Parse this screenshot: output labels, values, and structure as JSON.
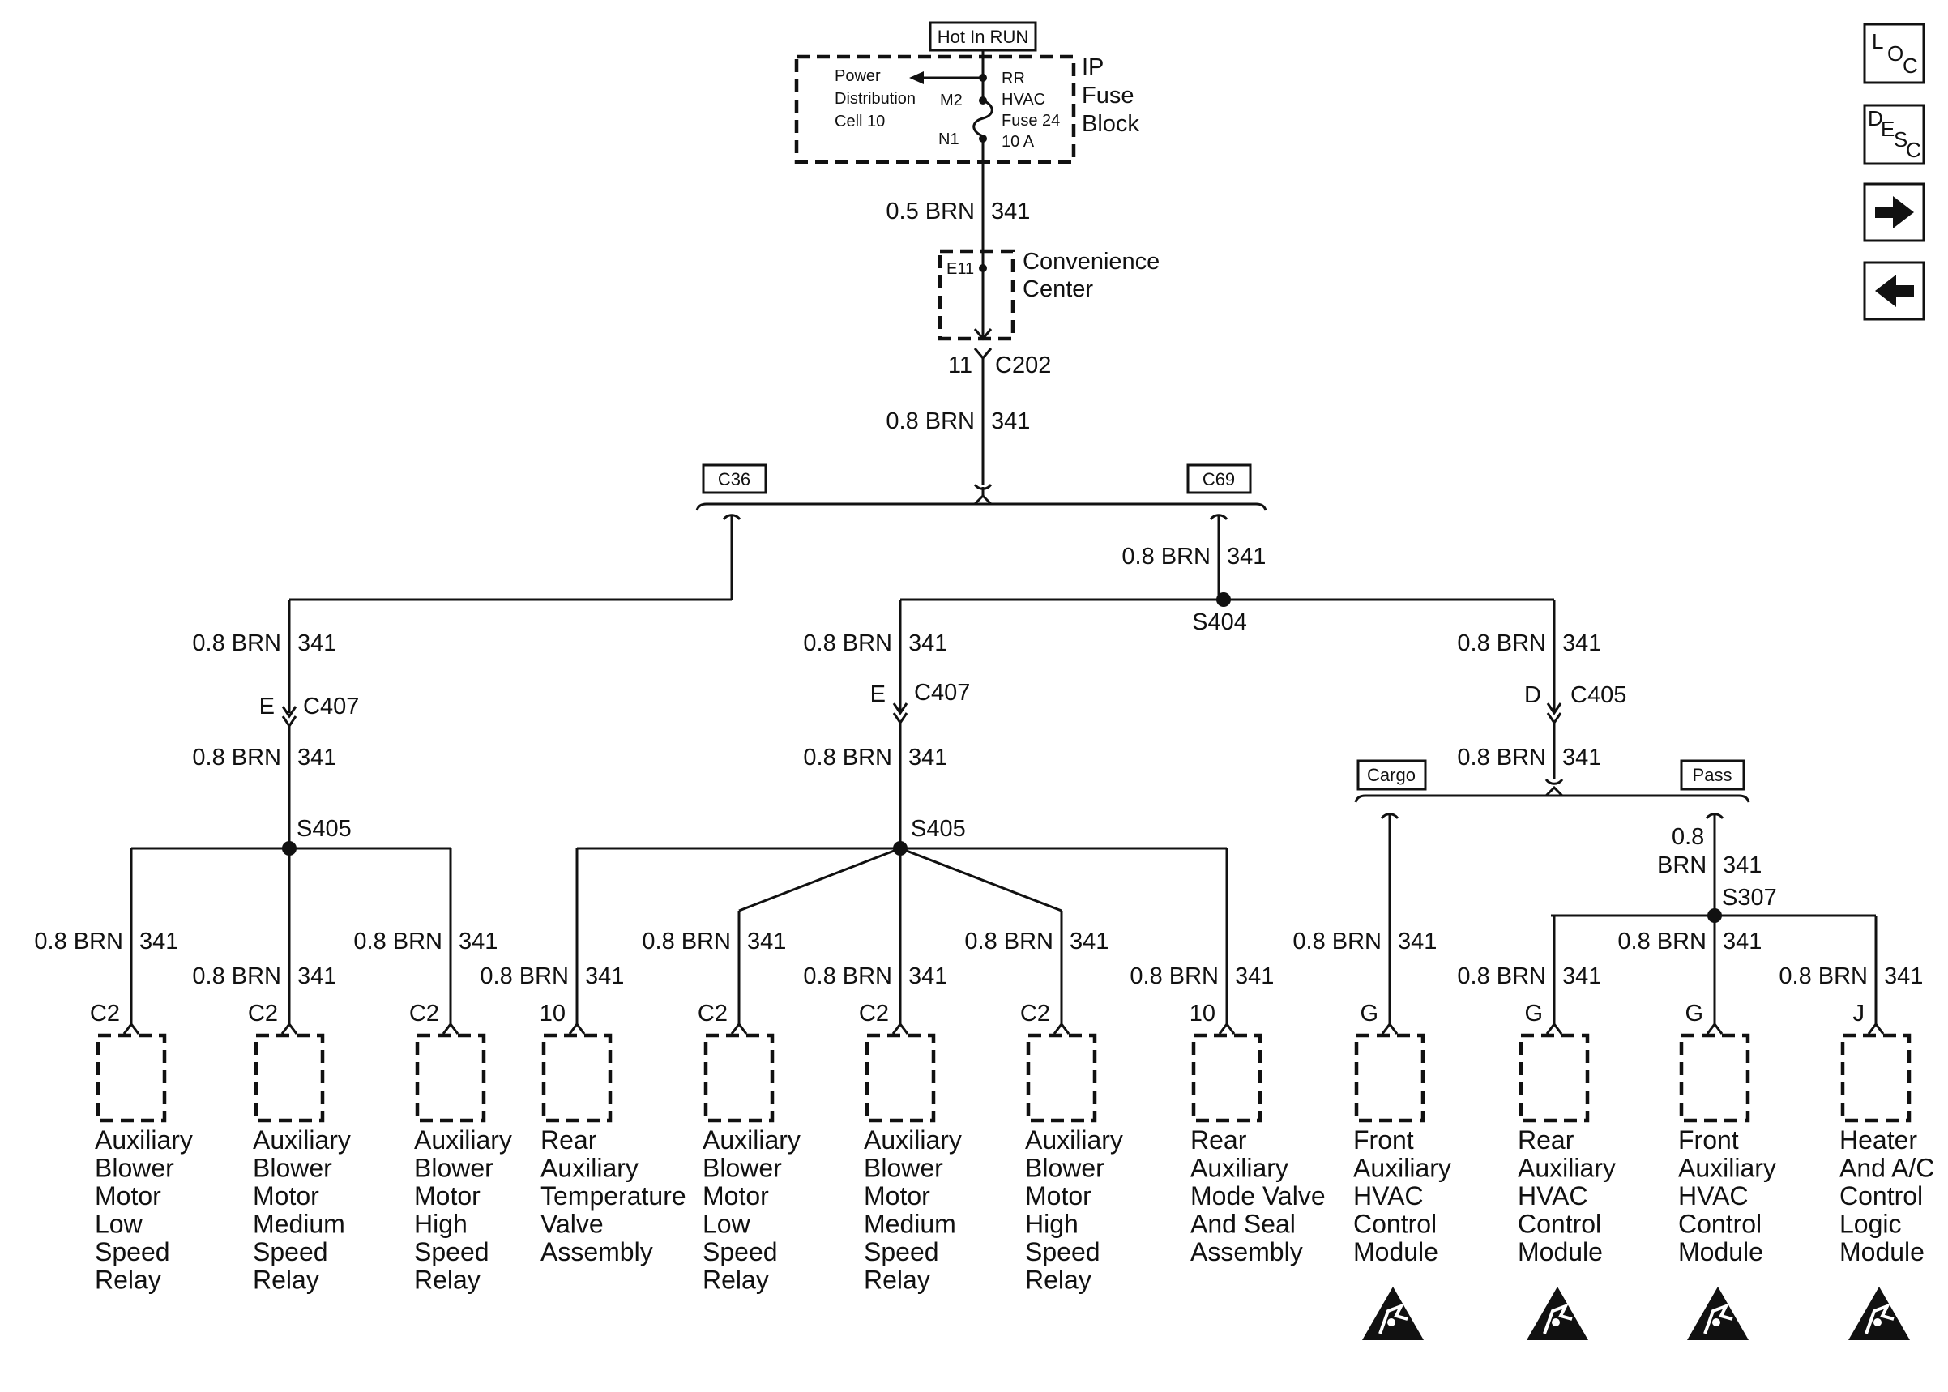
{
  "top": {
    "hot_in_run": "Hot In RUN",
    "ip_fuse_block": [
      "IP",
      "Fuse",
      "Block"
    ],
    "power_distribution": [
      "Power",
      "Distribution",
      "Cell 10"
    ],
    "pin_m2": "M2",
    "pin_n1": "N1",
    "fuse_label": [
      "RR",
      "HVAC",
      "Fuse 24",
      "10 A"
    ],
    "wire_fuse": "0.5 BRN",
    "circuit": "341",
    "convenience_center": [
      "Convenience",
      "Center"
    ],
    "pin_e11": "E11",
    "c202_pin": "11",
    "c202": "C202",
    "wire_main": "0.8 BRN"
  },
  "options": {
    "c36": "C36",
    "c69": "C69",
    "cargo": "Cargo",
    "pass": "Pass"
  },
  "splices": {
    "s404": "S404",
    "s405": "S405",
    "s307": "S307"
  },
  "connectors": {
    "c407": "C407",
    "c405": "C405",
    "pin_e": "E",
    "pin_d": "D",
    "pin_c2": "C2",
    "pin_10": "10",
    "pin_g": "G",
    "pin_j": "J"
  },
  "wires": {
    "brn": "0.8 BRN",
    "brn_stack": [
      "0.8",
      "BRN"
    ],
    "circuit": "341"
  },
  "components": [
    {
      "lines": [
        "Auxiliary",
        "Blower",
        "Motor",
        "Low",
        "Speed",
        "Relay"
      ]
    },
    {
      "lines": [
        "Auxiliary",
        "Blower",
        "Motor",
        "Medium",
        "Speed",
        "Relay"
      ]
    },
    {
      "lines": [
        "Auxiliary",
        "Blower",
        "Motor",
        "High",
        "Speed",
        "Relay"
      ]
    },
    {
      "lines": [
        "Rear",
        "Auxiliary",
        "Temperature",
        "Valve",
        "Assembly"
      ]
    },
    {
      "lines": [
        "Auxiliary",
        "Blower",
        "Motor",
        "Low",
        "Speed",
        "Relay"
      ]
    },
    {
      "lines": [
        "Auxiliary",
        "Blower",
        "Motor",
        "Medium",
        "Speed",
        "Relay"
      ]
    },
    {
      "lines": [
        "Auxiliary",
        "Blower",
        "Motor",
        "High",
        "Speed",
        "Relay"
      ]
    },
    {
      "lines": [
        "Rear",
        "Auxiliary",
        "Mode Valve",
        "And Seal",
        "Assembly"
      ]
    },
    {
      "lines": [
        "Front",
        "Auxiliary",
        "HVAC",
        "Control",
        "Module"
      ]
    },
    {
      "lines": [
        "Rear",
        "Auxiliary",
        "HVAC",
        "Control",
        "Module"
      ]
    },
    {
      "lines": [
        "Front",
        "Auxiliary",
        "HVAC",
        "Control",
        "Module"
      ]
    },
    {
      "lines": [
        "Heater",
        "And A/C",
        "Control",
        "Logic",
        "Module"
      ]
    }
  ],
  "nav": {
    "loc": {
      "main": "L",
      "sub1": "O",
      "sub2": "C"
    },
    "desc": {
      "main": "D",
      "sub1": "E",
      "sub2": "S",
      "sub3": "C"
    },
    "next_icon": "arrow-right-icon",
    "prev_icon": "arrow-left-icon"
  }
}
